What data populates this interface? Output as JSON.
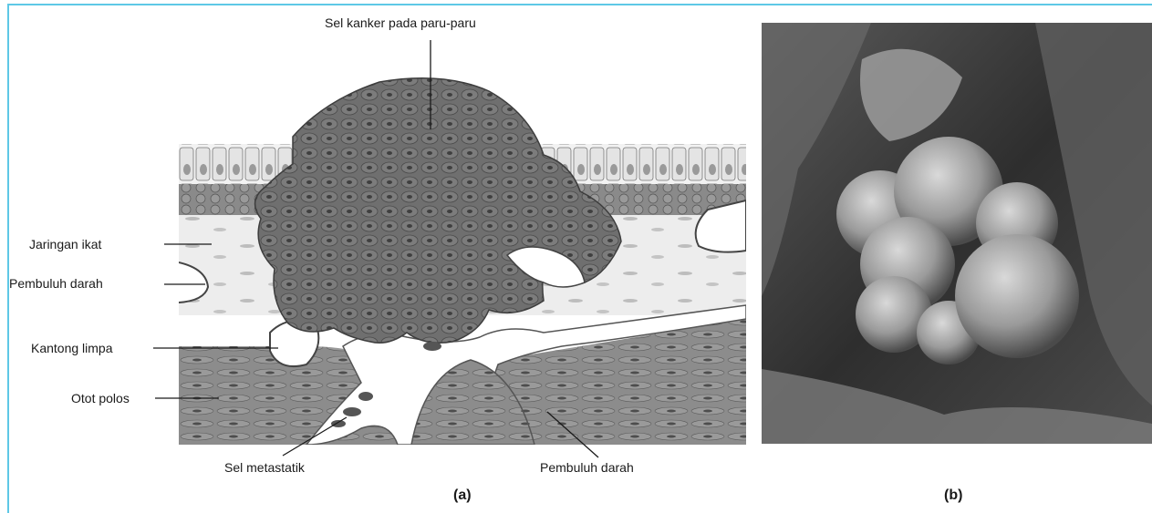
{
  "figure": {
    "panel_a": {
      "caption": "(a)",
      "labels": {
        "top": "Sel kanker pada paru-paru",
        "connective_tissue": "Jaringan ikat",
        "blood_vessel_left": "Pembuluh darah",
        "lymph_sac": "Kantong limpa",
        "smooth_muscle": "Otot polos",
        "metastatic_cell": "Sel metastatik",
        "blood_vessel_bottom": "Pembuluh darah"
      }
    },
    "panel_b": {
      "caption": "(b)"
    }
  },
  "colors": {
    "frame": "#5ec8e6",
    "tumor": "#6e6e6e",
    "tissue": "#ececec",
    "muscle": "#8a8a8a",
    "micrograph_bg": "#3a3a3a"
  }
}
